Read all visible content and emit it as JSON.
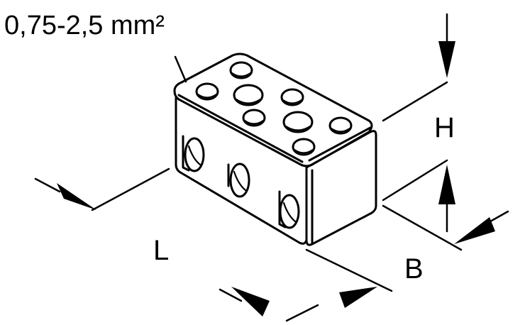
{
  "diagram": {
    "cross_section_label": "0,75-2,5 mm²",
    "dimension_labels": {
      "height": "H",
      "length": "L",
      "width": "B"
    },
    "colors": {
      "line": "#000000",
      "background": "#ffffff"
    }
  }
}
